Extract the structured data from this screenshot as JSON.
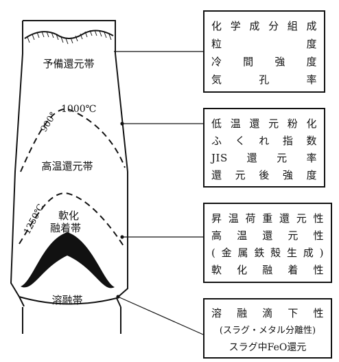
{
  "furnace": {
    "zone_preliminary": "予備還元帯",
    "zone_high_temp": "高温還元帯",
    "zone_softening_1": "軟化",
    "zone_softening_2": "融着帯",
    "zone_melting": "溶融帯",
    "temp_1000": "1000℃",
    "temp_900": "900°",
    "temp_1250": "1250℃"
  },
  "boxes": [
    {
      "lines": [
        "化学成分組成",
        "粒　　　　度",
        "冷間強度",
        "気　孔　率"
      ]
    },
    {
      "lines": [
        "低温還元粉化",
        "ふくれ指数",
        "JIS還元率",
        "還元後強度"
      ]
    },
    {
      "lines": [
        "昇温荷重還元性",
        "高温還元性",
        "(金属鉄殻生成)",
        "軟化融着性"
      ]
    },
    {
      "lines": [
        "溶融滴下性",
        "(スラグ・メタル分離性)",
        "スラグ中FeO還元"
      ]
    }
  ]
}
